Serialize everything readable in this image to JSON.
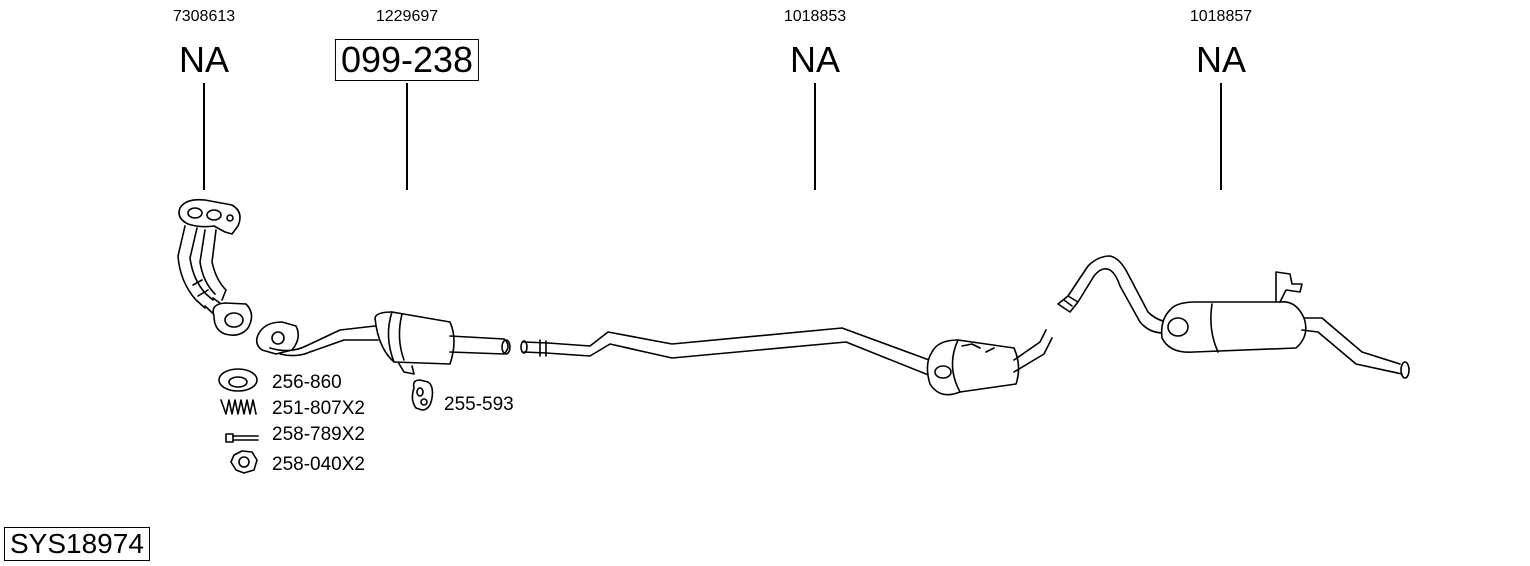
{
  "parts": [
    {
      "oe_number": "7308613",
      "code": "NA"
    },
    {
      "oe_number": "1229697",
      "code": "099-238"
    },
    {
      "oe_number": "1018853",
      "code": "NA"
    },
    {
      "oe_number": "1018857",
      "code": "NA"
    }
  ],
  "accessories": [
    {
      "code": "256-860",
      "icon": "gasket-ring-icon"
    },
    {
      "code": "251-807X2",
      "icon": "spring-icon"
    },
    {
      "code": "258-789X2",
      "icon": "bolt-icon"
    },
    {
      "code": "258-040X2",
      "icon": "nut-icon"
    },
    {
      "code": "255-593",
      "icon": "rubber-mount-icon"
    }
  ],
  "system_code": "SYS18974"
}
